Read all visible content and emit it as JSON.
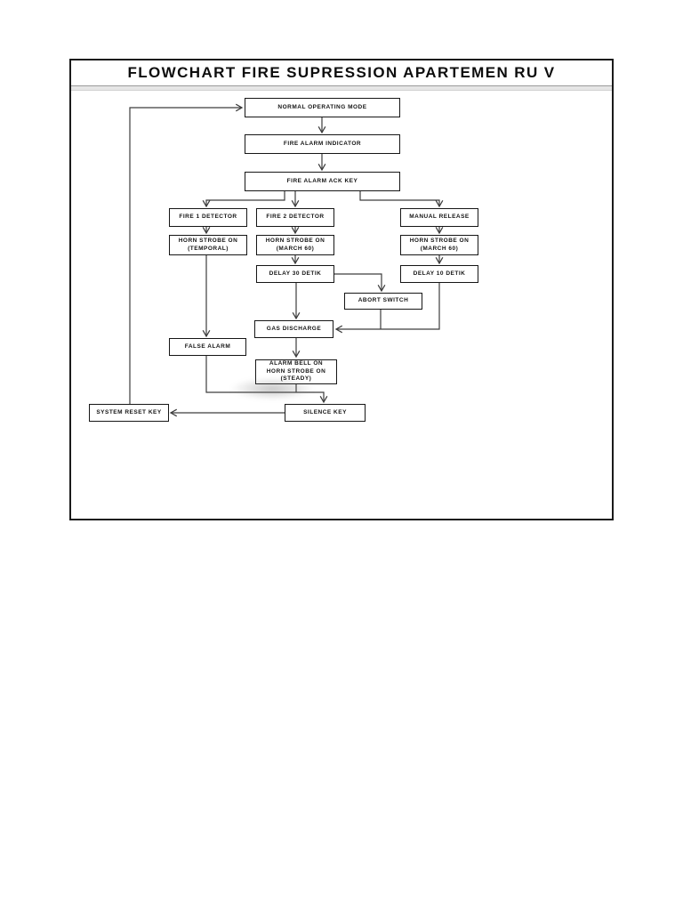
{
  "page": {
    "title": "FLOWCHART FIRE SUPRESSION APARTEMEN RU V"
  },
  "nodes": {
    "normal_operating_mode": {
      "label": "NORMAL OPERATING MODE"
    },
    "fire_alarm_indicator": {
      "label": "FIRE ALARM INDICATOR"
    },
    "fire_alarm_ack_key": {
      "label": "FIRE ALARM ACK KEY"
    },
    "fire_1_detector": {
      "label": "FIRE 1 DETECTOR"
    },
    "fire_2_detector": {
      "label": "FIRE 2 DETECTOR"
    },
    "manual_release": {
      "label": "MANUAL RELEASE"
    },
    "horn_strobe_temporal": {
      "label": "HORN STROBE ON\n(TEMPORAL)"
    },
    "horn_strobe_march_1": {
      "label": "HORN STROBE ON\n(MARCH 60)"
    },
    "horn_strobe_march_2": {
      "label": "HORN STROBE ON\n(MARCH 60)"
    },
    "delay_30_detik": {
      "label": "DELAY 30 DETIK"
    },
    "delay_10_detik": {
      "label": "DELAY 10 DETIK"
    },
    "abort_switch": {
      "label": "ABORT SWITCH"
    },
    "gas_discharge": {
      "label": "GAS DISCHARGE"
    },
    "false_alarm": {
      "label": "FALSE ALARM"
    },
    "alarm_bell_on": {
      "label": "ALARM BELL ON\nHORN STROBE ON\n(STEADY)"
    },
    "system_reset_key": {
      "label": "SYSTEM RESET KEY"
    },
    "silence_key": {
      "label": "SILENCE KEY"
    }
  },
  "colors": {
    "line": "#3d3d3d",
    "box_border": "#161616",
    "divider_band": "#e6e6e6",
    "page_background": "#ffffff"
  }
}
